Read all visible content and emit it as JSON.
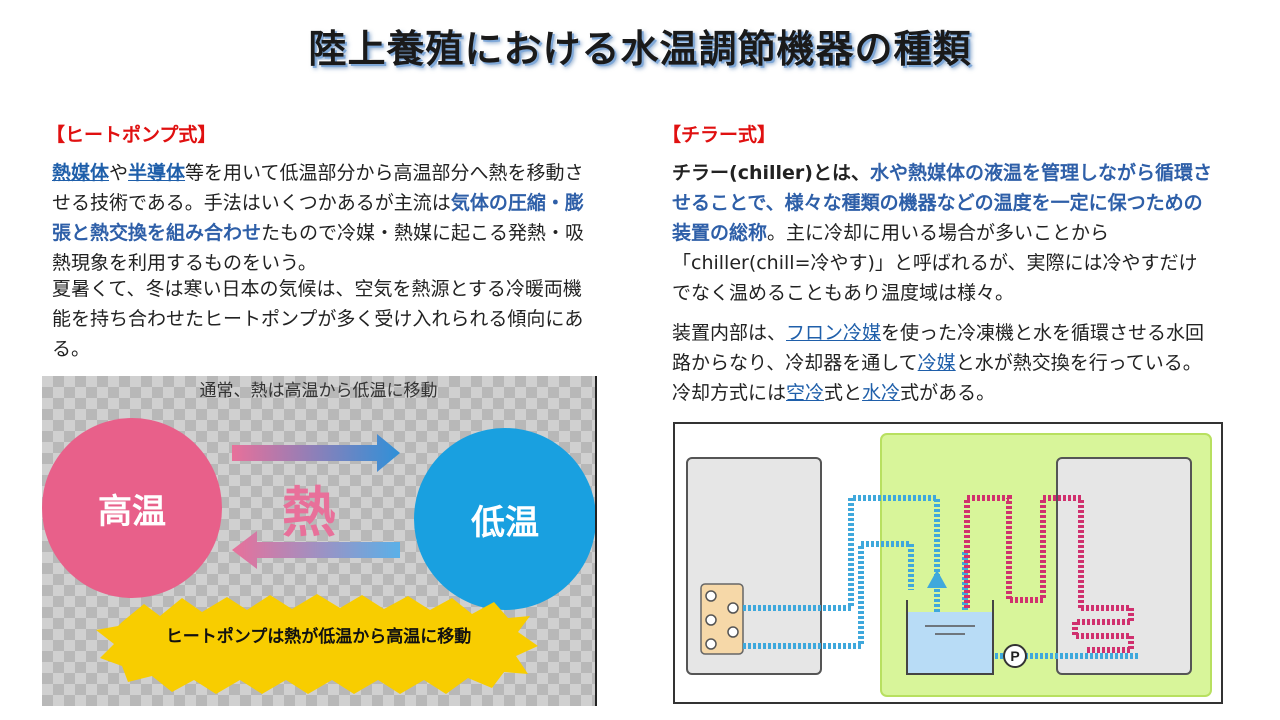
{
  "title": "陸上養殖における水温調節機器の種類",
  "heatpump": {
    "heading": "【ヒートポンプ式】",
    "p1": {
      "t1": "熱媒体",
      "t2": "や",
      "t3": "半導体",
      "t4": "等を用いて低温部分から高温部分へ熱を移動させる技術である。手法はいくつかあるが主流は",
      "t5": "気体の圧縮・膨張と熱交換を組み合わせ",
      "t6": "たもので冷媒・熱媒に起こる発熱・吸熱現象を利用するものをいう。"
    },
    "p2": "夏暑くて、冬は寒い日本の気候は、空気を熱源とする冷暖両機能を持ち合わせたヒートポンプが多く受け入れられる傾向にある。",
    "figure": {
      "caption": "通常、熱は高温から低温に移動",
      "hot_label": "高温",
      "cold_label": "低温",
      "heat_label": "熱",
      "burst_text": "ヒートポンプは熱が低温から高温に移動"
    }
  },
  "chiller": {
    "heading": "【チラー式】",
    "p1": {
      "t1": "チラー(",
      "t2": "chiller",
      "t3": ")とは、",
      "t4": "水や熱媒体の液温を管理しながら循環させることで、様々な種類の機器などの温度を一定に保つための装置の総称",
      "t5": "。主に冷却に用いる場合が多いことから「chiller(chill=冷やす)」と呼ばれるが、実際には冷やすだけでなく温めることもあり温度域は様々。"
    },
    "p2": {
      "t1": "装置内部は、",
      "t2": "フロン冷媒",
      "t3": "を使った冷凍機と水を循環させる水回路からなり、冷却器を通して",
      "t4": "冷媒",
      "t5": "と水が熱交換を行っている。冷却方式には",
      "t6": "空冷",
      "t7": "式と",
      "t8": "水冷",
      "t9": "式がある。"
    },
    "figure": {
      "pump_label": "P"
    }
  },
  "colors": {
    "heading_red": "#e01010",
    "emphasis_blue": "#2e5fa8",
    "hot_pink": "#e8608a",
    "cold_blue": "#19a0e0",
    "burst_yellow": "#f8cd00",
    "chiller_green": "#d8f59a",
    "water_pipe": "#3fa8dc",
    "refrigerant_pipe": "#d0306e"
  }
}
